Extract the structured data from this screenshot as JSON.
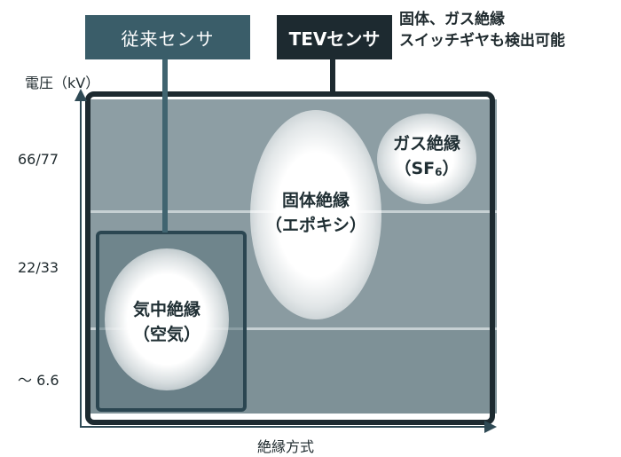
{
  "axes": {
    "y_label": "電圧（kV）",
    "x_label": "絶縁方式",
    "y_ticks": [
      "66/77",
      "22/33",
      "〜 6.6"
    ]
  },
  "sensors": {
    "conventional_label": "従来センサ",
    "tev_label": "TEVセンサ",
    "tev_note_line1": "固体、ガス絶縁",
    "tev_note_line2": "スイッチギヤも検出可能"
  },
  "insulation": {
    "air_line1": "気中絶縁",
    "air_line2": "（空気）",
    "solid_line1": "固体絶縁",
    "solid_line2": "（エポキシ）",
    "gas_line1": "ガス絶縁",
    "gas_line2_prefix": "（SF",
    "gas_line2_sub": "6",
    "gas_line2_suffix": "）"
  },
  "colors": {
    "tev_frame": "#1d2a30",
    "conventional": "#3a5d69",
    "band": "#8d9ea4"
  }
}
